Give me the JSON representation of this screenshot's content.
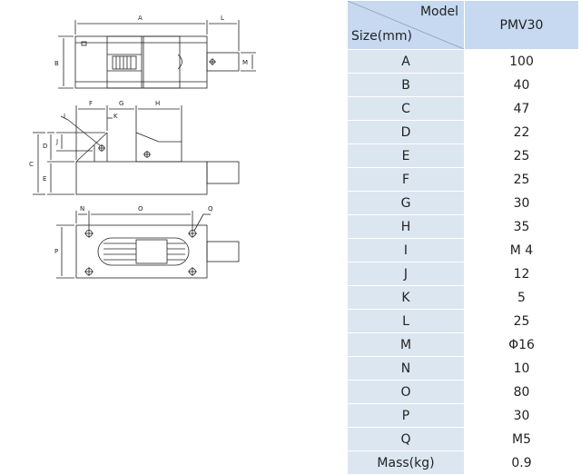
{
  "drawing_labels": {
    "A": "A",
    "B": "B",
    "C": "C",
    "D": "D",
    "E": "E",
    "F": "F",
    "G": "G",
    "H": "H",
    "I": "I",
    "J": "J",
    "K": "K",
    "L": "L",
    "M": "M",
    "N": "N",
    "O": "O",
    "P": "P",
    "Q": "Q"
  },
  "table": {
    "header_model": "Model",
    "header_size": "Size(mm)",
    "model_name": "PMV30",
    "rows": [
      {
        "label": "A",
        "value": "100"
      },
      {
        "label": "B",
        "value": "40"
      },
      {
        "label": "C",
        "value": "47"
      },
      {
        "label": "D",
        "value": "22"
      },
      {
        "label": "E",
        "value": "25"
      },
      {
        "label": "F",
        "value": "25"
      },
      {
        "label": "G",
        "value": "30"
      },
      {
        "label": "H",
        "value": "35"
      },
      {
        "label": "I",
        "value": "M 4"
      },
      {
        "label": "J",
        "value": "12"
      },
      {
        "label": "K",
        "value": "5"
      },
      {
        "label": "L",
        "value": "25"
      },
      {
        "label": "M",
        "value": "Φ16"
      },
      {
        "label": "N",
        "value": "10"
      },
      {
        "label": "O",
        "value": "80"
      },
      {
        "label": "P",
        "value": "30"
      },
      {
        "label": "Q",
        "value": "M5"
      },
      {
        "label": "Mass(kg)",
        "value": "0.9"
      }
    ]
  },
  "colors": {
    "header_bg": "#c6d9f1",
    "label_bg": "#dce6f1",
    "value_bg": "#ffffff",
    "line": "#222222"
  }
}
